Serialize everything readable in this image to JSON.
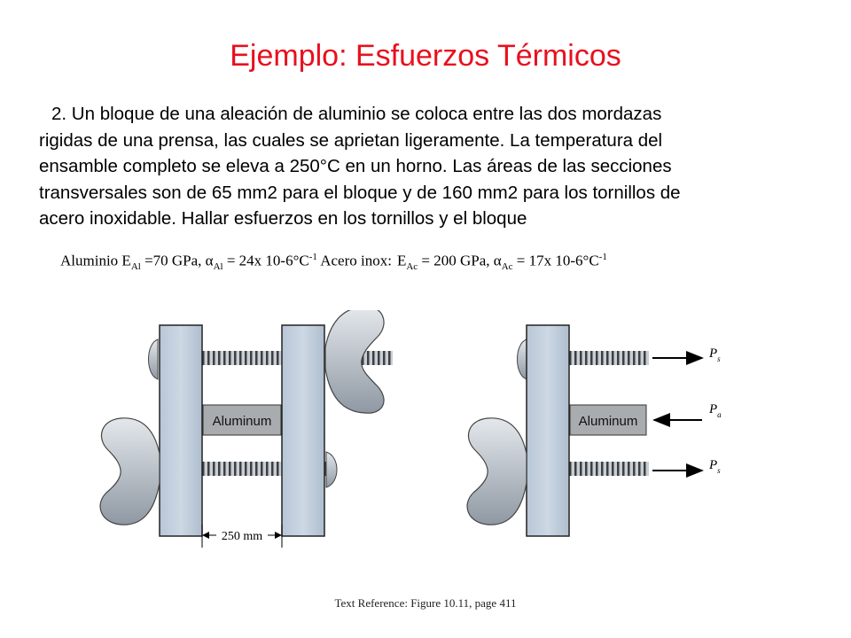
{
  "slide": {
    "title": "Ejemplo: Esfuerzos Térmicos",
    "problem": {
      "lines": [
        "2. Un bloque de una aleación de aluminio se coloca entre las dos mordazas",
        "rigidas de una prensa, las cuales se aprietan ligeramente. La temperatura del",
        "ensamble completo se eleva a 250°C en un horno. Las áreas de las secciones",
        "transversales son de 65 mm2 para el bloque y de 160 mm2 para los tornillos de",
        "acero inoxidable. Hallar esfuerzos en los tornillos y el bloque"
      ]
    },
    "properties": {
      "al_name": "Aluminio E",
      "al_E_sub": "Al",
      "al_E_val": " =70 GPa, α",
      "al_alpha_sub": "Al",
      "al_alpha_val": " = 24x 10-6°C",
      "al_alpha_exp": "-1",
      "ac_name": " Acero inox:",
      "ac_E_pre": "E",
      "ac_E_sub": "Ac",
      "ac_E_val": " = 200 GPa, α",
      "ac_alpha_sub": "Ac",
      "ac_alpha_val": " = 17x 10-6°C",
      "ac_alpha_exp": "-1"
    },
    "figure": {
      "block_label_left": "Aluminum",
      "block_label_right": "Aluminum",
      "dimension_label": "250 mm",
      "force_labels": [
        "P",
        "P",
        "P"
      ],
      "force_subscripts": [
        "s",
        "a",
        "s"
      ]
    },
    "reference": "Text Reference:  Figure 10.11,  page 411"
  }
}
